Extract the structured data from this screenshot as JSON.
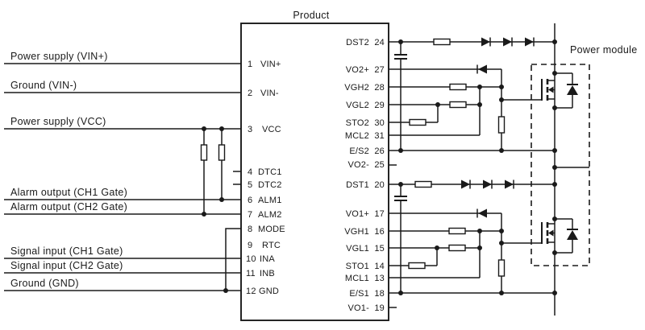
{
  "diagram": {
    "title": "Product",
    "module_label": "Power module",
    "colors": {
      "line": "#1a1a1a",
      "text": "#1a1a1a",
      "background": "#ffffff"
    },
    "left_labels": [
      "Power supply (VIN+)",
      "Ground (VIN-)",
      "Power supply (VCC)",
      "Alarm output (CH1 Gate)",
      "Alarm output (CH2 Gate)",
      "Signal input (CH1 Gate)",
      "Signal input (CH2 Gate)",
      "Ground (GND)"
    ],
    "left_pins": [
      {
        "num": "1",
        "name": "VIN+"
      },
      {
        "num": "2",
        "name": "VIN-"
      },
      {
        "num": "3",
        "name": "VCC"
      },
      {
        "num": "4",
        "name": "DTC1"
      },
      {
        "num": "5",
        "name": "DTC2"
      },
      {
        "num": "6",
        "name": "ALM1"
      },
      {
        "num": "7",
        "name": "ALM2"
      },
      {
        "num": "8",
        "name": "MODE"
      },
      {
        "num": "9",
        "name": "RTC"
      },
      {
        "num": "10",
        "name": "INA"
      },
      {
        "num": "11",
        "name": "INB"
      },
      {
        "num": "12",
        "name": "GND"
      }
    ],
    "right_pins": [
      {
        "name": "DST2",
        "num": "24"
      },
      {
        "name": "VO2+",
        "num": "27"
      },
      {
        "name": "VGH2",
        "num": "28"
      },
      {
        "name": "VGL2",
        "num": "29"
      },
      {
        "name": "STO2",
        "num": "30"
      },
      {
        "name": "MCL2",
        "num": "31"
      },
      {
        "name": "E/S2",
        "num": "26"
      },
      {
        "name": "VO2-",
        "num": "25"
      },
      {
        "name": "DST1",
        "num": "20"
      },
      {
        "name": "VO1+",
        "num": "17"
      },
      {
        "name": "VGH1",
        "num": "16"
      },
      {
        "name": "VGL1",
        "num": "15"
      },
      {
        "name": "STO1",
        "num": "14"
      },
      {
        "name": "MCL1",
        "num": "13"
      },
      {
        "name": "E/S1",
        "num": "18"
      },
      {
        "name": "VO1-",
        "num": "19"
      }
    ]
  }
}
